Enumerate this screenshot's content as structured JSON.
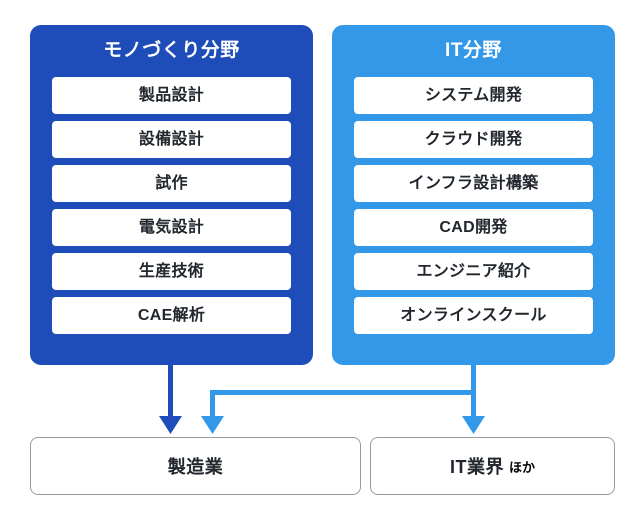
{
  "diagram": {
    "title": "",
    "colors": {
      "manufacturing_panel": "#1e4cb8",
      "it_panel": "#3498e8",
      "manufacturing_arrow": "#1e4cb8",
      "it_arrow": "#3498e8",
      "item_background": "#ffffff",
      "item_text": "#22272e",
      "dest_border": "#9a9a9a"
    },
    "panels": [
      {
        "id": "manufacturing",
        "title": "モノづくり分野",
        "items": [
          "製品設計",
          "設備設計",
          "試作",
          "電気設計",
          "生産技術",
          "CAE解析"
        ]
      },
      {
        "id": "it",
        "title": "IT分野",
        "items": [
          "システム開発",
          "クラウド開発",
          "インフラ設計構築",
          "CAD開発",
          "エンジニア紹介",
          "オンラインスクール"
        ]
      }
    ],
    "destinations": [
      {
        "id": "manufacturing-industry",
        "label": "製造業",
        "suffix": ""
      },
      {
        "id": "it-industry",
        "label": "IT業界",
        "suffix": "ほか"
      }
    ],
    "arrows": [
      {
        "id": "mono-to-manufacturing",
        "from": "manufacturing-panel",
        "to": "manufacturing-industry",
        "color": "#1e4cb8"
      },
      {
        "id": "it-to-manufacturing",
        "from": "it-panel",
        "to": "manufacturing-industry",
        "color": "#3498e8"
      },
      {
        "id": "it-to-it-industry",
        "from": "it-panel",
        "to": "it-industry",
        "color": "#3498e8"
      }
    ]
  }
}
